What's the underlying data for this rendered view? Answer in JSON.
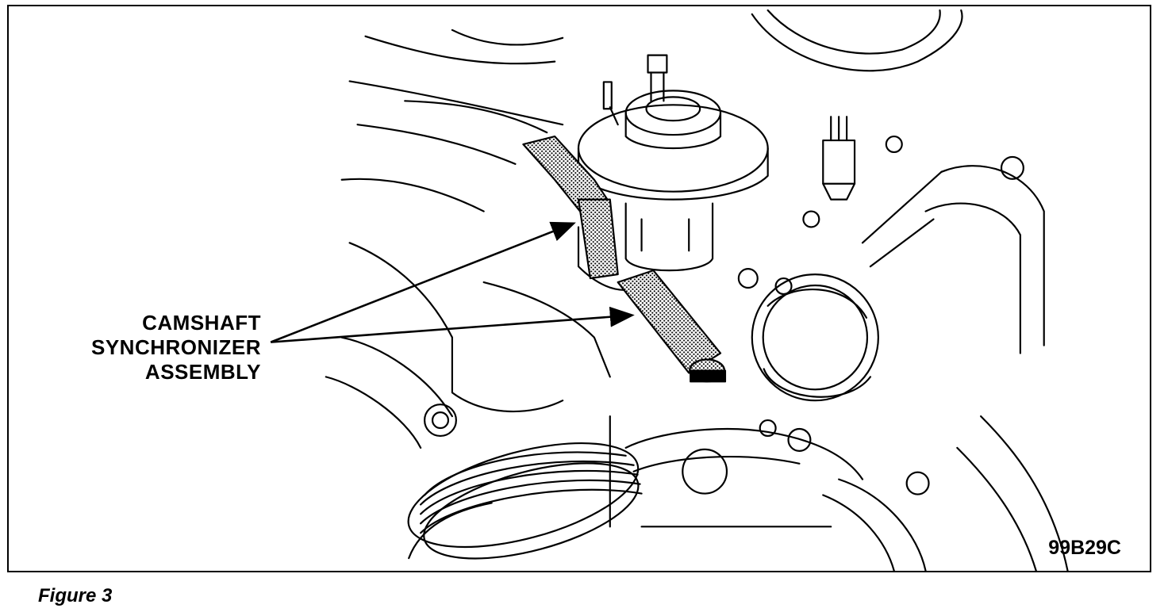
{
  "figure": {
    "callout_lines": [
      "CAMSHAFT",
      "SYNCHRONIZER",
      "ASSEMBLY"
    ],
    "figure_id": "99B29C",
    "caption": "Figure 3"
  },
  "colors": {
    "ink": "#000000",
    "paper": "#ffffff",
    "hatch": "#7a7a7a"
  },
  "icons": [
    "engine-illustration",
    "leader-arrow"
  ]
}
